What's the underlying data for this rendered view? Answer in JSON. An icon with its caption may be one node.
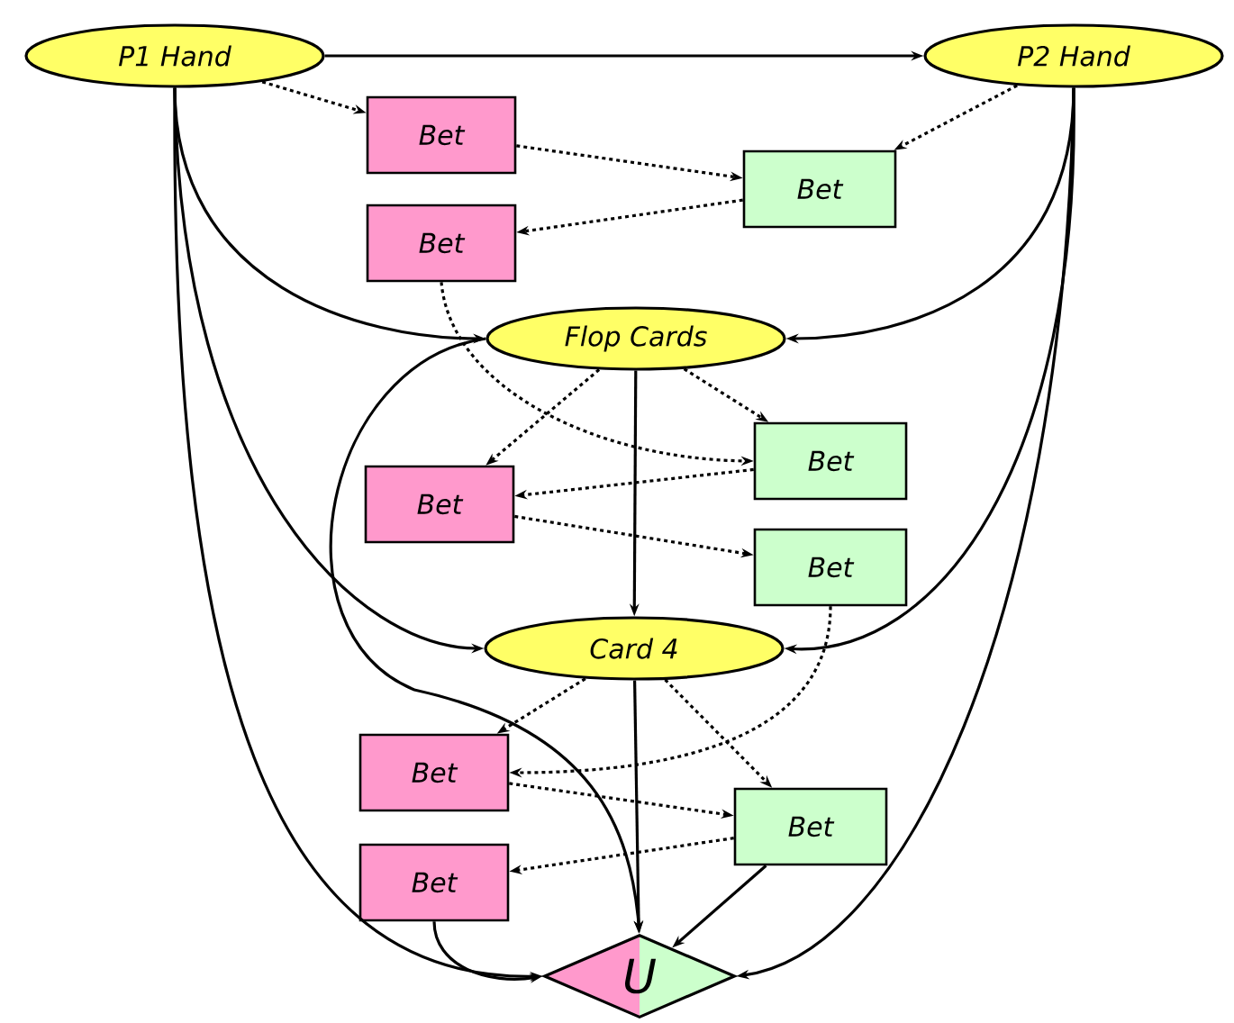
{
  "diagram": {
    "nodes": [
      {
        "text": [
          "P1 Hand"
        ]
      },
      {
        "text": [
          "P2 Hand"
        ]
      },
      {
        "text": [
          "Bet"
        ]
      },
      {
        "text": [
          "Bet"
        ]
      },
      {
        "text": [
          "Bet"
        ]
      },
      {
        "text": [
          "Flop Cards"
        ]
      },
      {
        "text": [
          "Bet"
        ]
      },
      {
        "text": [
          "Bet"
        ]
      },
      {
        "text": [
          "Bet"
        ]
      },
      {
        "text": [
          "Card 4"
        ]
      },
      {
        "text": [
          "Bet"
        ]
      },
      {
        "text": [
          "Bet"
        ]
      },
      {
        "text": [
          "Bet"
        ]
      },
      {
        "text": [
          "U"
        ]
      }
    ],
    "edges": [
      {
        "from": 0,
        "to": 1,
        "arrow": "to"
      },
      {
        "from": 0,
        "to": 2,
        "arrow": "to",
        "style": "dashed"
      },
      {
        "from": 1,
        "to": 3,
        "arrow": "to",
        "style": "dashed"
      },
      {
        "from": 2,
        "to": 3,
        "arrow": "to",
        "style": "dashed"
      },
      {
        "from": 3,
        "to": 4,
        "arrow": "to",
        "style": "dashed"
      },
      {
        "from": 0,
        "to": 5,
        "arrow": "to"
      },
      {
        "from": 1,
        "to": 5,
        "arrow": "to"
      },
      {
        "from": 4,
        "to": 6,
        "arrow": "to",
        "style": "dashed"
      },
      {
        "from": 5,
        "to": 6,
        "arrow": "to",
        "style": "dashed"
      },
      {
        "from": 5,
        "to": 7,
        "arrow": "to",
        "style": "dashed"
      },
      {
        "from": 6,
        "to": 7,
        "arrow": "to",
        "style": "dashed"
      },
      {
        "from": 7,
        "to": 8,
        "arrow": "to",
        "style": "dashed"
      },
      {
        "from": 5,
        "to": 9,
        "arrow": "to"
      },
      {
        "from": 0,
        "to": 9,
        "arrow": "to"
      },
      {
        "from": 1,
        "to": 9,
        "arrow": "to"
      },
      {
        "from": 8,
        "to": 10,
        "arrow": "to",
        "style": "dashed"
      },
      {
        "from": 9,
        "to": 10,
        "arrow": "to",
        "style": "dashed"
      },
      {
        "from": 9,
        "to": 11,
        "arrow": "to",
        "style": "dashed"
      },
      {
        "from": 10,
        "to": 11,
        "arrow": "to",
        "style": "dashed"
      },
      {
        "from": 11,
        "to": 12,
        "arrow": "to",
        "style": "dashed"
      },
      {
        "from": 5,
        "to": 13,
        "arrow": "to"
      },
      {
        "from": 9,
        "to": 13,
        "arrow": "to"
      },
      {
        "from": 0,
        "to": 13,
        "arrow": "to"
      },
      {
        "from": 12,
        "to": 13,
        "arrow": "to"
      },
      {
        "from": 1,
        "to": 13,
        "arrow": "to"
      },
      {
        "from": 11,
        "to": 13,
        "arrow": "to"
      }
    ]
  }
}
